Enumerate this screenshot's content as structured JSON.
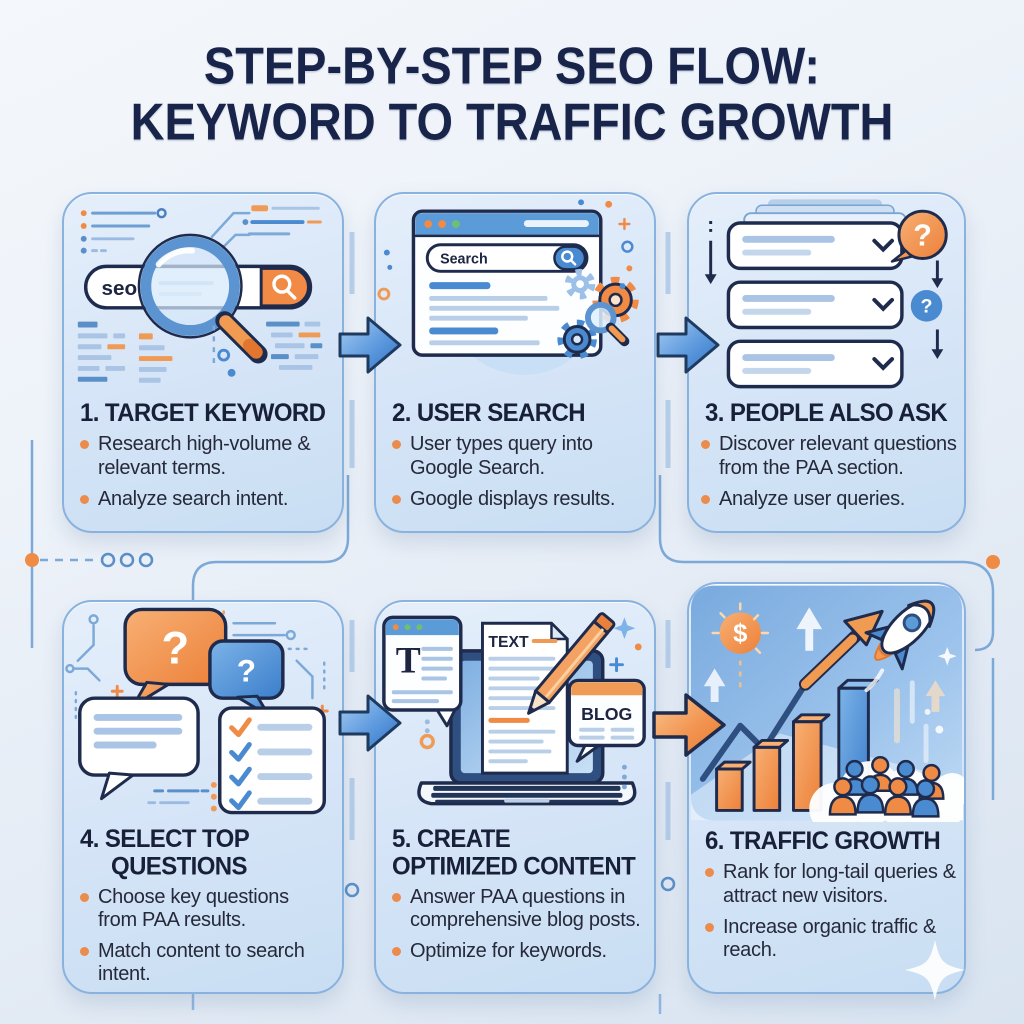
{
  "header": {
    "title_line1": "STEP-BY-STEP SEO FLOW:",
    "title_line2": "KEYWORD TO TRAFFIC GROWTH"
  },
  "colors": {
    "accent_orange": "#EF8B45",
    "accent_blue": "#4A8AD0",
    "outline_ink": "#1F2B4D",
    "card_border": "#8AB2DE",
    "title_navy": "#182449"
  },
  "steps": [
    {
      "title": "1. TARGET KEYWORD",
      "bullets": [
        "Research high-volume & relevant terms.",
        "Analyze search intent."
      ],
      "labels": {
        "search_bar_text": "seo"
      }
    },
    {
      "title": "2. USER SEARCH",
      "bullets": [
        "User types query into Google Search.",
        "Google displays results."
      ],
      "labels": {
        "search_box_text": "Search"
      }
    },
    {
      "title": "3. PEOPLE ALSO ASK",
      "bullets": [
        "Discover relevant questions from the PAA section.",
        "Analyze user queries."
      ],
      "labels": {
        "question_bubble": "?",
        "question_circle": "?"
      }
    },
    {
      "title": "4. SELECT TOP QUESTIONS",
      "bullets": [
        "Choose key questions from PAA results.",
        "Match content to search intent."
      ],
      "labels": {
        "question_bubble": "?",
        "question_bubble_small": "?"
      }
    },
    {
      "title": "5. CREATE OPTIMIZED CONTENT",
      "bullets": [
        "Answer PAA questions in comprehensive blog posts.",
        "Optimize for keywords."
      ],
      "labels": {
        "doc_header": "TEXT",
        "blog_badge": "BLOG",
        "text_tool_letter": "T"
      }
    },
    {
      "title": "6. TRAFFIC GROWTH",
      "bullets": [
        "Rank for long-tail queries & attract new visitors.",
        "Increase organic traffic & reach."
      ],
      "labels": {
        "dollar_coin": "$"
      }
    }
  ]
}
